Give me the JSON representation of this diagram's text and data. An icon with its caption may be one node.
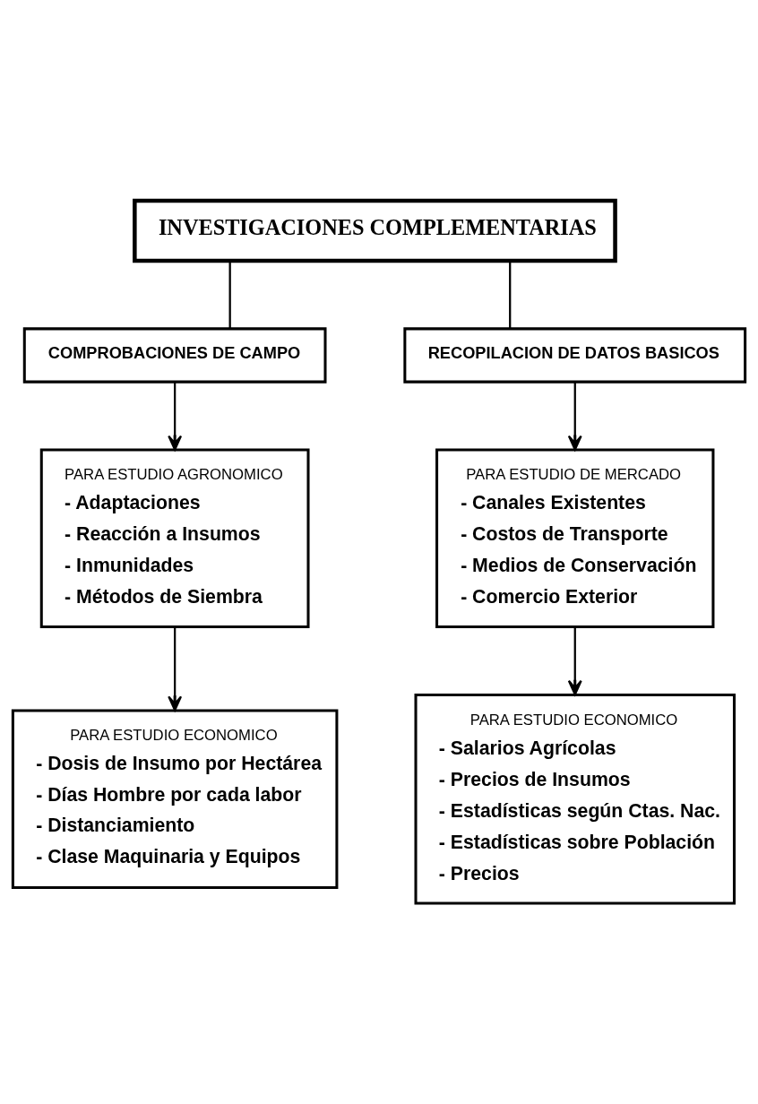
{
  "diagram": {
    "nodes": [
      {
        "text": [
          "INVESTIGACIONES COMPLEMENTARIAS"
        ]
      },
      {
        "text": [
          "COMPROBACIONES DE CAMPO"
        ]
      },
      {
        "text": [
          "RECOPILACION DE DATOS BASICOS"
        ]
      },
      {
        "text": [
          "PARA ESTUDIO AGRONOMICO",
          "- Adaptaciones",
          "- Reacción a Insumos",
          "- Inmunidades",
          "- Métodos de Siembra"
        ]
      },
      {
        "text": [
          "PARA ESTUDIO DE MERCADO",
          "- Canales Existentes",
          "- Costos de Transporte",
          "- Medios de Conservación",
          "- Comercio Exterior"
        ]
      },
      {
        "text": [
          "PARA ESTUDIO ECONOMICO",
          "- Dosis de Insumo por Hectárea",
          "- Días Hombre por cada labor",
          "- Distanciamiento",
          "- Clase Maquinaria y Equipos"
        ]
      },
      {
        "text": [
          "PARA ESTUDIO ECONOMICO",
          "- Salarios Agrícolas",
          "- Precios de Insumos",
          "- Estadísticas según Ctas. Nac.",
          "- Estadísticas sobre Población",
          "- Precios"
        ]
      }
    ],
    "edges": [
      {
        "from": 0,
        "to": 1,
        "arrow": "none"
      },
      {
        "from": 0,
        "to": 2,
        "arrow": "none"
      },
      {
        "from": 1,
        "to": 3,
        "arrow": "to"
      },
      {
        "from": 2,
        "to": 4,
        "arrow": "to"
      },
      {
        "from": 3,
        "to": 5,
        "arrow": "to"
      },
      {
        "from": 4,
        "to": 6,
        "arrow": "to"
      }
    ]
  }
}
